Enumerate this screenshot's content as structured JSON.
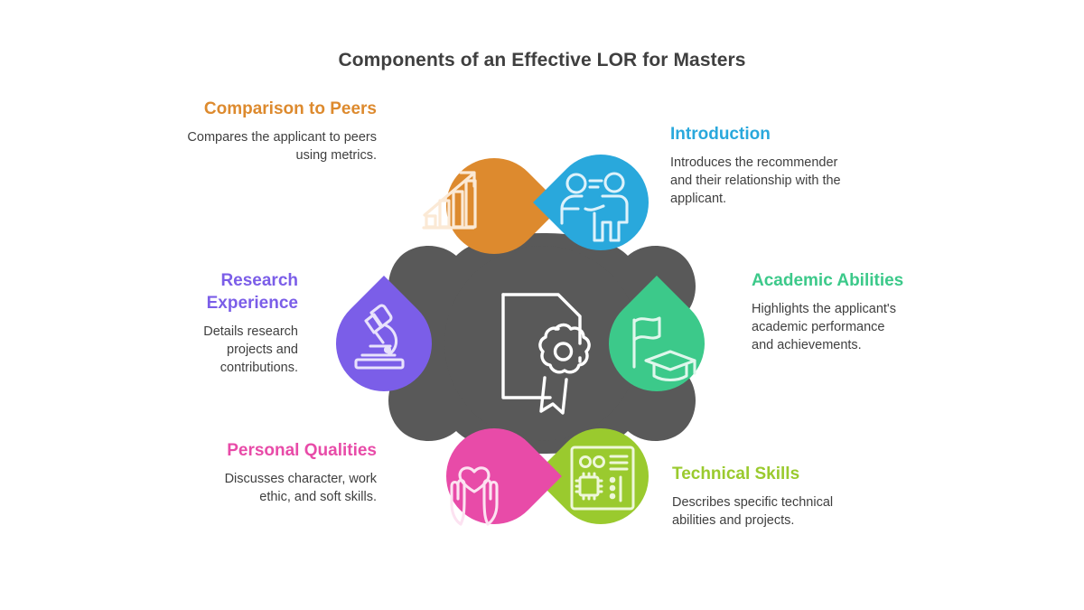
{
  "page": {
    "title": "Components of an Effective LOR for Masters",
    "background_color": "#ffffff",
    "center_shape_color": "#595959",
    "center_icon": "document-award-icon"
  },
  "chart_data": {
    "type": "diagram",
    "title": "Components of an Effective LOR for Masters",
    "layout": "hub-and-spoke radial, six teardrop petals around a dark central octagon",
    "center": {
      "label": "",
      "icon": "document-award-icon",
      "color": "#595959"
    },
    "categories": [
      "Comparison to Peers",
      "Introduction",
      "Academic Abilities",
      "Technical Skills",
      "Personal Qualities",
      "Research Experience"
    ]
  },
  "components": [
    {
      "id": "comparison",
      "title": "Comparison to Peers",
      "description": "Compares the applicant to peers using metrics.",
      "color": "#DD8A2E",
      "icon": "growth-bar-chart-icon",
      "side": "left",
      "position": "top-left"
    },
    {
      "id": "research",
      "title": "Research Experience",
      "description": "Details research projects and contributions.",
      "color": "#7B5EE8",
      "icon": "microscope-icon",
      "side": "left",
      "position": "middle-left"
    },
    {
      "id": "personal",
      "title": "Personal Qualities",
      "description": "Discusses character, work ethic, and soft skills.",
      "color": "#E84BA8",
      "icon": "heart-in-hands-icon",
      "side": "left",
      "position": "bottom-left"
    },
    {
      "id": "introduction",
      "title": "Introduction",
      "description": "Introduces the recommender and their relationship with the applicant.",
      "color": "#29A8DC",
      "icon": "two-people-introduction-icon",
      "side": "right",
      "position": "top-right"
    },
    {
      "id": "academic",
      "title": "Academic Abilities",
      "description": "Highlights the applicant's academic performance and achievements.",
      "color": "#3CC98A",
      "icon": "flag-graduation-cap-icon",
      "side": "right",
      "position": "middle-right"
    },
    {
      "id": "technical",
      "title": "Technical Skills",
      "description": "Describes specific technical abilities and projects.",
      "color": "#9ACA2E",
      "icon": "circuit-chip-board-icon",
      "side": "right",
      "position": "bottom-right"
    }
  ]
}
